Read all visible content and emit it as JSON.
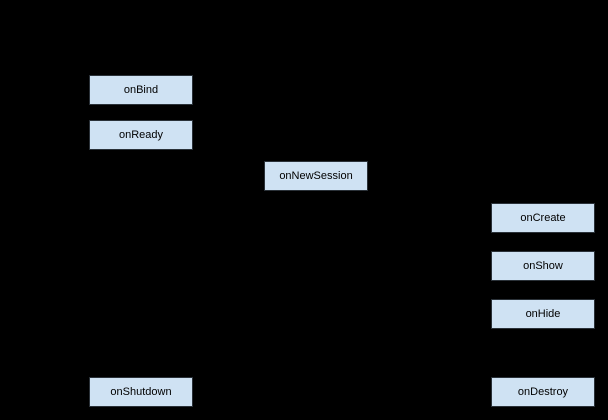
{
  "diagram": {
    "background_color": "#000000",
    "node_fill_color": "#cfe2f3",
    "node_border_color": "#2a3138",
    "node_text_color": "#000000",
    "nodes": [
      {
        "id": "onBind",
        "label": "onBind"
      },
      {
        "id": "onReady",
        "label": "onReady"
      },
      {
        "id": "onNewSession",
        "label": "onNewSession"
      },
      {
        "id": "onCreate",
        "label": "onCreate"
      },
      {
        "id": "onShow",
        "label": "onShow"
      },
      {
        "id": "onHide",
        "label": "onHide"
      },
      {
        "id": "onShutdown",
        "label": "onShutdown"
      },
      {
        "id": "onDestroy",
        "label": "onDestroy"
      }
    ]
  }
}
